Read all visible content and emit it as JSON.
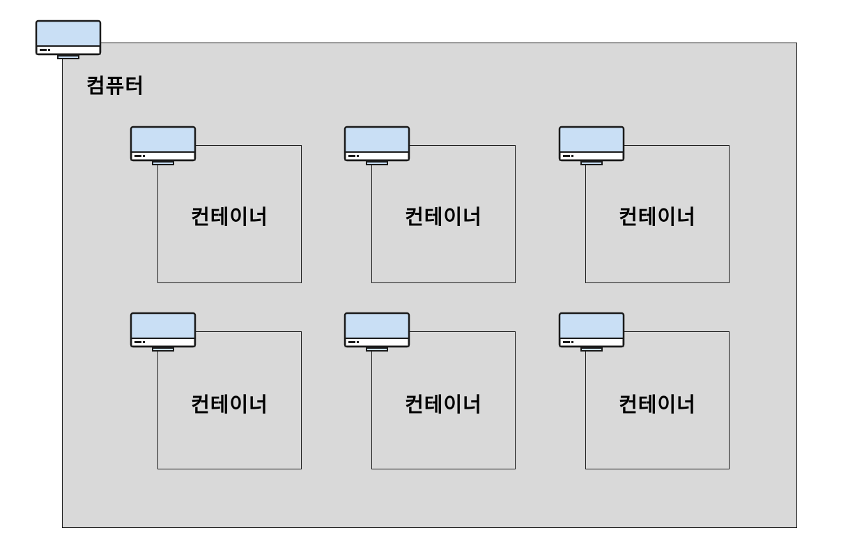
{
  "diagram": {
    "computer": {
      "label": "컴퓨터",
      "icon": "monitor-icon"
    },
    "containers": [
      {
        "label": "컨테이너",
        "icon": "monitor-icon"
      },
      {
        "label": "컨테이너",
        "icon": "monitor-icon"
      },
      {
        "label": "컨테이너",
        "icon": "monitor-icon"
      },
      {
        "label": "컨테이너",
        "icon": "monitor-icon"
      },
      {
        "label": "컨테이너",
        "icon": "monitor-icon"
      },
      {
        "label": "컨테이너",
        "icon": "monitor-icon"
      }
    ],
    "colors": {
      "background": "#d9d9d9",
      "screen": "#c9dff5",
      "outline": "#1a1a1a"
    }
  }
}
